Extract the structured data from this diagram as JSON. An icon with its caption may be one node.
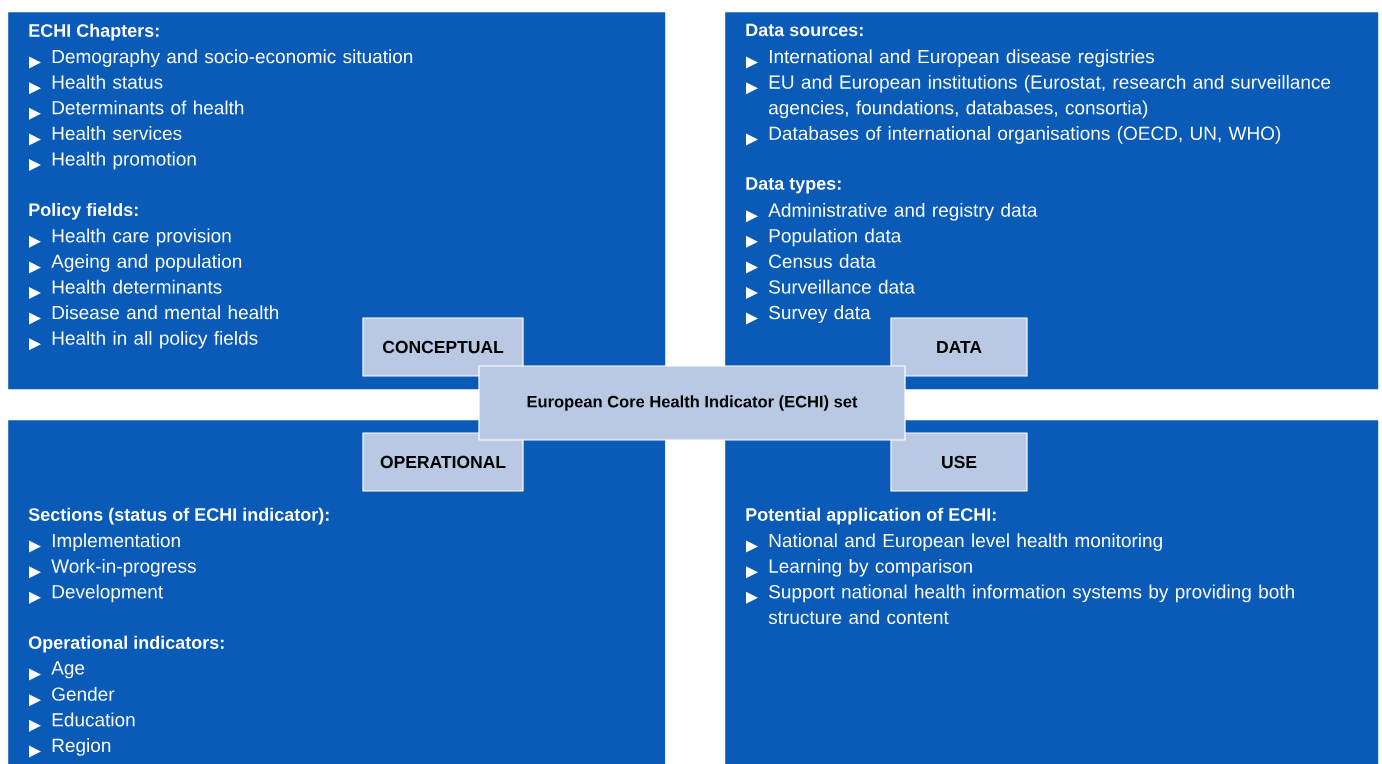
{
  "diagram": {
    "nodes": [
      {
        "text": [
          "ECHI Chapters:",
          "Demography and socio-economic situation",
          "Health status",
          "Determinants of health",
          "Health services",
          "Health promotion",
          "Policy fields:",
          "Health care provision",
          "Ageing and population",
          "Health determinants",
          "Disease and mental health",
          "Health in all policy fields"
        ]
      },
      {
        "text": [
          "Data sources:",
          "International and European disease registries",
          "EU and European institutions (Eurostat, research and surveillance agencies, foundations, databases, consortia)",
          "Databases of international organisations (OECD, UN, WHO)",
          "Data types:",
          "Administrative and registry data",
          "Population data",
          "Census data",
          "Surveillance data",
          "Survey data"
        ]
      },
      {
        "text": [
          "Sections (status of ECHI indicator):",
          "Implementation",
          "Work-in-progress",
          "Development",
          "Operational indicators:",
          "Age",
          "Gender",
          "Education",
          "Region"
        ]
      },
      {
        "text": [
          "Potential application of ECHI:",
          "National and European level health monitoring",
          "Learning by comparison",
          "Support national health information systems by providing both structure and content"
        ]
      },
      {
        "text": [
          "CONCEPTUAL"
        ],
        "in": 0
      },
      {
        "text": [
          "DATA"
        ],
        "in": 1
      },
      {
        "text": [
          "OPERATIONAL"
        ],
        "in": 2
      },
      {
        "text": [
          "USE"
        ],
        "in": 3
      },
      {
        "text": [
          "European Core Health Indicator (ECHI) set"
        ]
      }
    ],
    "edges": []
  }
}
